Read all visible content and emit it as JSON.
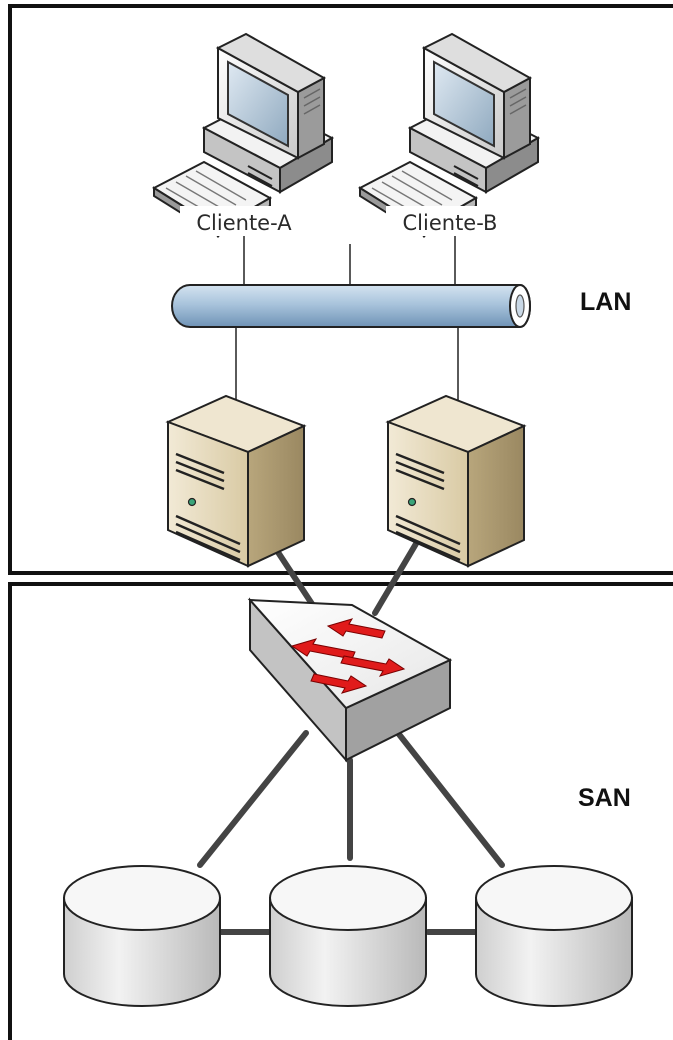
{
  "clients": [
    {
      "label": "Cliente-A"
    },
    {
      "label": "Cliente-B"
    }
  ],
  "zones": {
    "lan": {
      "label": "LAN"
    },
    "san": {
      "label": "SAN"
    }
  },
  "icons": {
    "client": "desktop-computer-icon",
    "server": "tower-server-icon",
    "switch": "network-switch-icon",
    "storage": "disk-storage-icon",
    "bus": "lan-bus-icon"
  },
  "colors": {
    "bus_fill": "#a9c4dc",
    "server_fill": "#dccfae",
    "switch_arrows": "#e01b1b",
    "storage_fill": "#e4e4e4",
    "links": "#3f3f3f"
  }
}
